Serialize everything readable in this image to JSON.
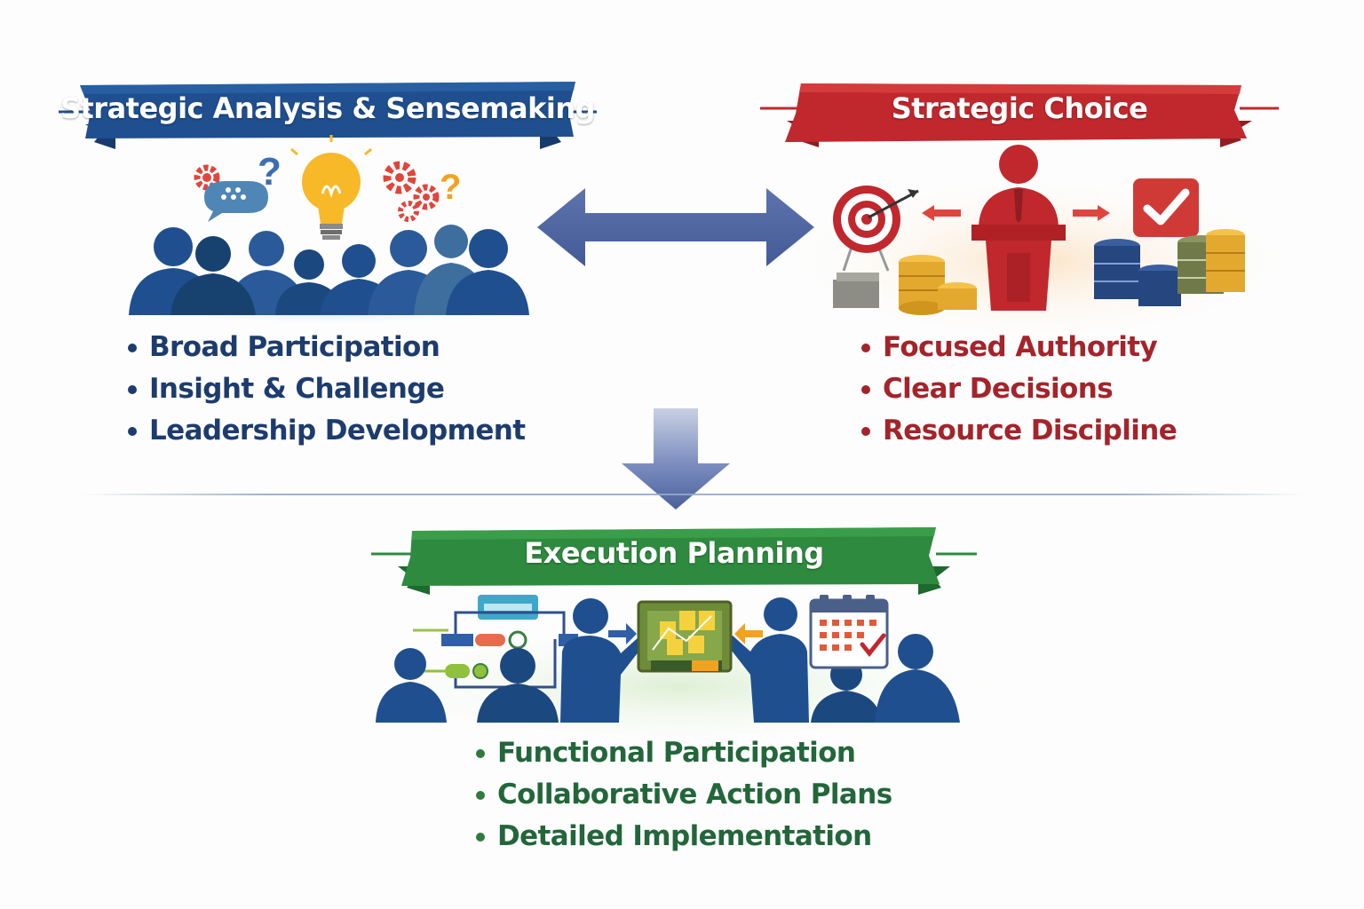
{
  "sections": {
    "analysis": {
      "title": "Strategic Analysis & Sensemaking",
      "color": "#1f4f8f",
      "bullets": [
        "Broad Participation",
        "Insight & Challenge",
        "Leadership Development"
      ]
    },
    "choice": {
      "title": "Strategic Choice",
      "color": "#c0282d",
      "bullets": [
        "Focused Authority",
        "Clear Decisions",
        "Resource Discipline"
      ]
    },
    "execution": {
      "title": "Execution Planning",
      "color": "#2e8a3e",
      "bullets": [
        "Functional Participation",
        "Collaborative Action Plans",
        "Detailed Implementation"
      ]
    }
  },
  "connectors": {
    "analysis_choice": "bidirectional-arrow",
    "to_execution": "down-arrow"
  },
  "icons": {
    "analysis": [
      "people-group-icon",
      "lightbulb-icon",
      "gear-icon",
      "question-mark-icon",
      "chat-bubble-icon"
    ],
    "choice": [
      "target-icon",
      "podium-speaker-icon",
      "checkmark-icon",
      "coin-stack-icon"
    ],
    "execution": [
      "flowchart-icon",
      "team-discussion-icon",
      "whiteboard-icon",
      "calendar-icon"
    ]
  }
}
